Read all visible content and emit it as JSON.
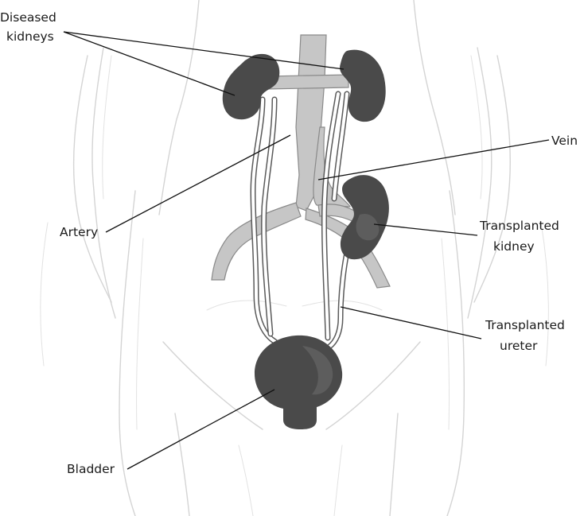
{
  "labels": {
    "diseased_kidneys_line1": "Diseased",
    "diseased_kidneys_line2": "kidneys",
    "vein": "Vein",
    "artery": "Artery",
    "transplanted_kidney_line1": "Transplanted",
    "transplanted_kidney_line2": "kidney",
    "transplanted_ureter_line1": "Transplanted",
    "transplanted_ureter_line2": "ureter",
    "bladder": "Bladder"
  },
  "colors": {
    "organ": "#4a4a4a",
    "vessel": "#c6c6c6",
    "body_outline": "#d4d4d4",
    "leader_line": "#111111"
  }
}
